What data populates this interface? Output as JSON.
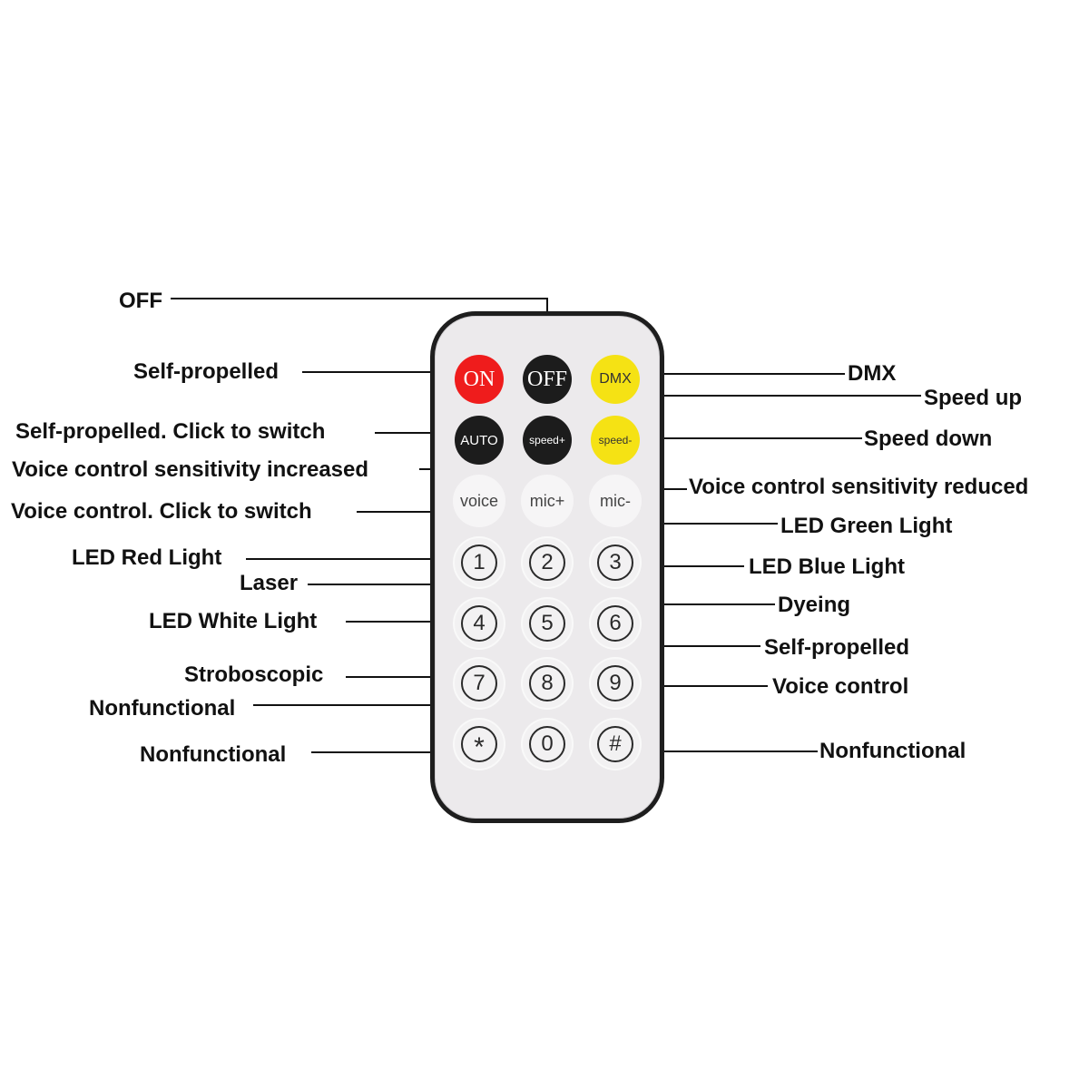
{
  "remote": {
    "buttons": {
      "on": "ON",
      "off": "OFF",
      "dmx": "DMX",
      "auto": "AUTO",
      "speed_up": "speed+",
      "speed_down": "speed-",
      "voice": "voice",
      "mic_up": "mic+",
      "mic_down": "mic-",
      "k1": "1",
      "k2": "2",
      "k3": "3",
      "k4": "4",
      "k5": "5",
      "k6": "6",
      "k7": "7",
      "k8": "8",
      "k9": "9",
      "kstar": "*",
      "k0": "0",
      "khash": "#"
    },
    "colors": {
      "on": "#ef1c1c",
      "off": "#1c1c1c",
      "yellow": "#f5e214",
      "body": "#eceaec",
      "frame": "#1e1e1e"
    }
  },
  "labels": {
    "off": "OFF",
    "on": "Self-propelled",
    "dmx": "DMX",
    "speed_up": "Speed up",
    "auto": "Self-propelled. Click to switch",
    "speed_down": "Speed down",
    "mic_up": "Voice control sensitivity increased",
    "mic_down": "Voice control sensitivity reduced",
    "voice": "Voice control. Click to switch",
    "k2": "LED Green Light",
    "k1": "LED Red Light",
    "k3": "LED Blue Light",
    "k5": "Laser",
    "k6": "Dyeing",
    "k4": "LED White Light",
    "k8": "Self-propelled",
    "k7": "Stroboscopic",
    "k9": "Voice control",
    "k0": "Nonfunctional",
    "kstar": "Nonfunctional",
    "khash": "Nonfunctional"
  }
}
